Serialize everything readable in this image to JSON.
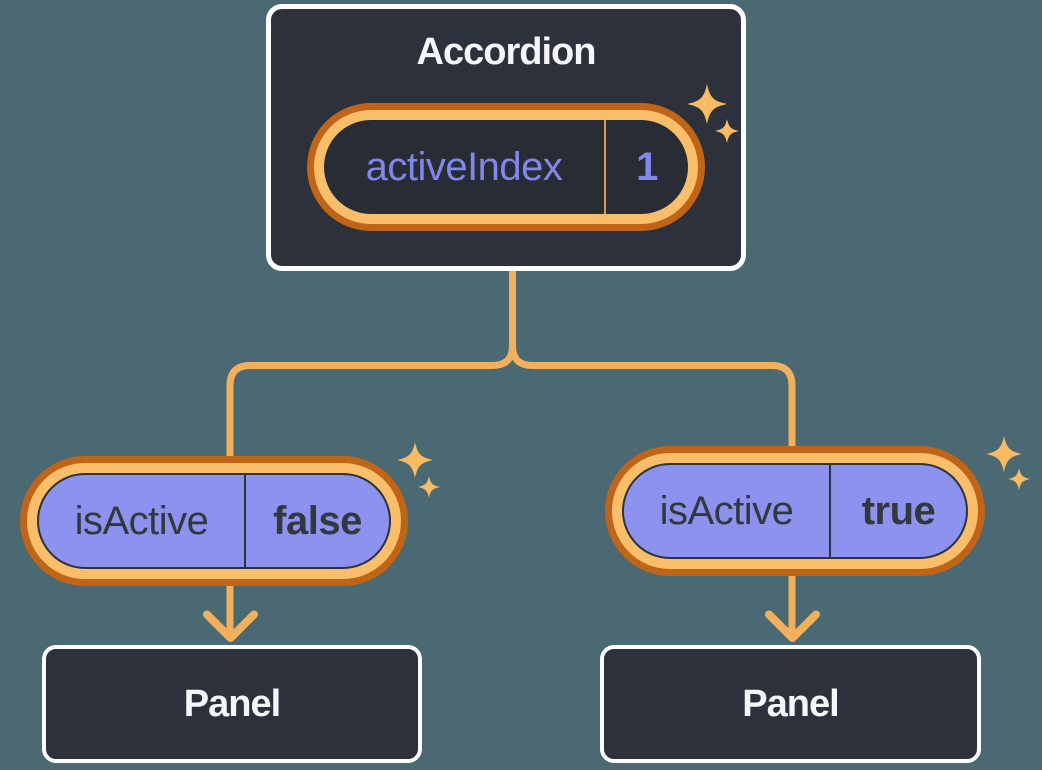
{
  "palette": {
    "background": "#4A6972",
    "node_fill": "#2C313B",
    "node_border": "#FFFFFF",
    "title_text": "#F4F6F8",
    "connector": "#F3B05C",
    "highlight_ring_outer": "#C06418",
    "highlight_ring_inner": "#F8BE69",
    "state_pill_fill": "#272C35",
    "state_text": "#8287EC",
    "state_divider": "#DE9B42",
    "prop_pill_fill": "#8C92EE",
    "prop_text": "#33383F",
    "prop_outline": "#2E333B",
    "sparkle": "#F8BB63"
  },
  "root": {
    "title": "Accordion",
    "state": {
      "label": "activeIndex",
      "value": "1"
    }
  },
  "children": [
    {
      "prop_label": "isActive",
      "prop_value": "false",
      "panel_title": "Panel"
    },
    {
      "prop_label": "isActive",
      "prop_value": "true",
      "panel_title": "Panel"
    }
  ]
}
